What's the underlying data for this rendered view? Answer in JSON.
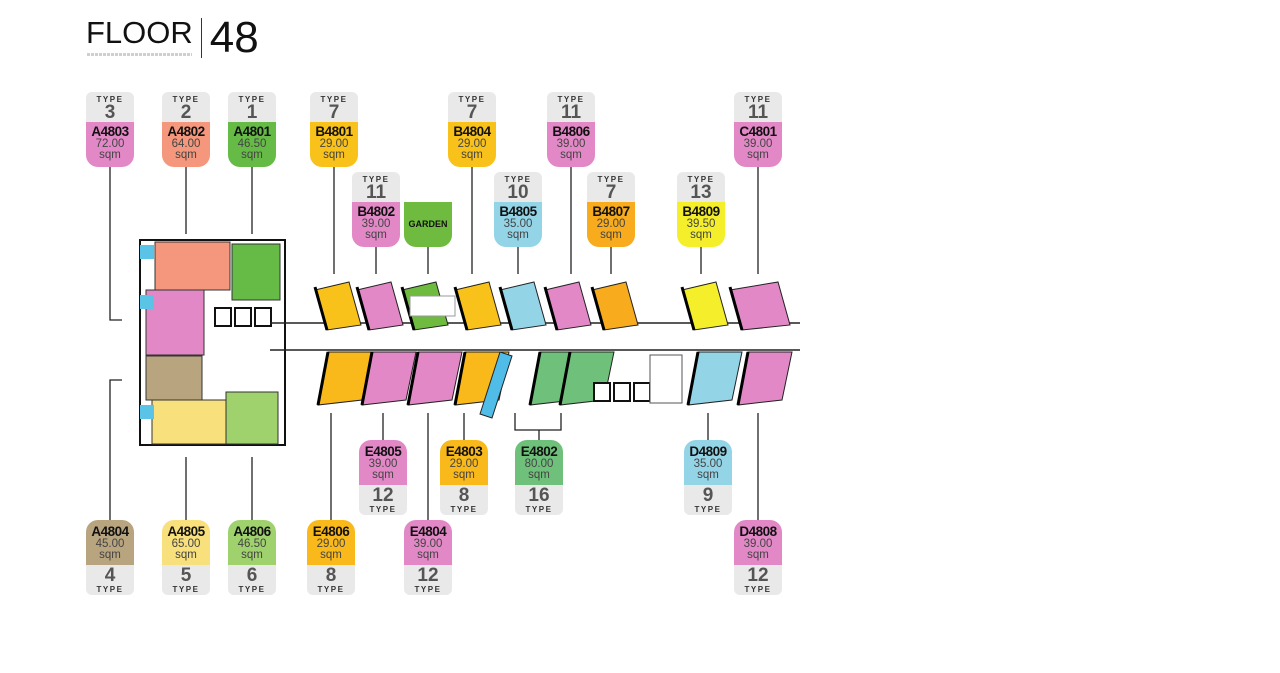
{
  "header": {
    "floor_label": "FLOOR",
    "floor_number": "48"
  },
  "type_label": "TYPE",
  "unit_suffix": "sqm",
  "garden_label": "GARDEN",
  "units": [
    {
      "code": "A4803",
      "area": "72.00",
      "type": "3",
      "color": "#e388c6"
    },
    {
      "code": "A4802",
      "area": "64.00",
      "type": "2",
      "color": "#f5977c"
    },
    {
      "code": "A4801",
      "area": "46.50",
      "type": "1",
      "color": "#66bb46"
    },
    {
      "code": "B4801",
      "area": "29.00",
      "type": "7",
      "color": "#f9c21a"
    },
    {
      "code": "B4804",
      "area": "29.00",
      "type": "7",
      "color": "#f9c21a"
    },
    {
      "code": "B4806",
      "area": "39.00",
      "type": "11",
      "color": "#e388c6"
    },
    {
      "code": "C4801",
      "area": "39.00",
      "type": "11",
      "color": "#e388c6"
    },
    {
      "code": "B4802",
      "area": "39.00",
      "type": "11",
      "color": "#e388c6"
    },
    {
      "code": "B4805",
      "area": "35.00",
      "type": "10",
      "color": "#93d4e6"
    },
    {
      "code": "B4807",
      "area": "29.00",
      "type": "7",
      "color": "#f7ab1d"
    },
    {
      "code": "B4809",
      "area": "39.50",
      "type": "13",
      "color": "#f4ef2a"
    },
    {
      "code": "E4805",
      "area": "39.00",
      "type": "12",
      "color": "#e388c6"
    },
    {
      "code": "E4803",
      "area": "29.00",
      "type": "8",
      "color": "#f9b91a"
    },
    {
      "code": "E4802",
      "area": "80.00",
      "type": "16",
      "color": "#6fc07a"
    },
    {
      "code": "D4809",
      "area": "35.00",
      "type": "9",
      "color": "#93d4e6"
    },
    {
      "code": "A4804",
      "area": "45.00",
      "type": "4",
      "color": "#b8a47e"
    },
    {
      "code": "A4805",
      "area": "65.00",
      "type": "5",
      "color": "#f8e07c"
    },
    {
      "code": "A4806",
      "area": "46.50",
      "type": "6",
      "color": "#9fd26d"
    },
    {
      "code": "E4806",
      "area": "29.00",
      "type": "8",
      "color": "#f9b91a"
    },
    {
      "code": "E4804",
      "area": "39.00",
      "type": "12",
      "color": "#e388c6"
    },
    {
      "code": "D4808",
      "area": "39.00",
      "type": "12",
      "color": "#e388c6"
    }
  ]
}
